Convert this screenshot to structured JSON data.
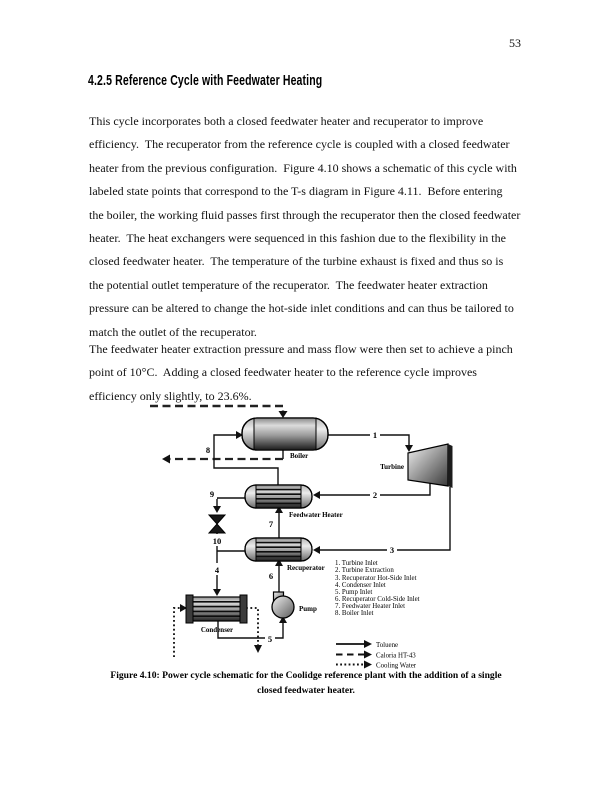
{
  "page": {
    "number": "53"
  },
  "section": {
    "heading": "4.2.5 Reference Cycle with Feedwater Heating"
  },
  "paragraphs": {
    "p1": {
      "lines": [
        "This cycle incorporates both a closed feedwater heater and recuperator to improve",
        "efficiency.  The recuperator from the reference cycle is coupled with a closed feedwater",
        "heater from the previous configuration.  Figure 4.10 shows a schematic of this cycle with",
        "labeled state points that correspond to the T-s diagram in Figure 4.11.  Before entering",
        "the boiler, the working fluid passes first through the recuperator then the closed feedwater",
        "heater.  The heat exchangers were sequenced in this fashion due to the flexibility in the",
        "closed feedwater heater.  The temperature of the turbine exhaust is fixed and thus so is",
        "the potential outlet temperature of the recuperator.  The feedwater heater extraction",
        "pressure can be altered to change the hot-side inlet conditions and can thus be tailored to",
        "match the outlet of the recuperator."
      ]
    },
    "p2": {
      "lines": [
        "The feedwater heater extraction pressure and mass flow were then set to achieve a pinch",
        "point of 10°C.  Adding a closed feedwater heater to the reference cycle improves",
        "efficiency only slightly, to 23.6%."
      ]
    }
  },
  "figure": {
    "components": {
      "boiler": "Boiler",
      "turbine": "Turbine",
      "feedwater_heater": "Feedwater Heater",
      "recuperator": "Recuperator",
      "condenser": "Condenser",
      "pump": "Pump"
    },
    "nodes": {
      "n1": "1",
      "n2": "2",
      "n3": "3",
      "n4": "4",
      "n5": "5",
      "n6": "6",
      "n7": "7",
      "n8": "8",
      "n9": "9",
      "n10": "10"
    },
    "state_points": [
      "1. Turbine Inlet",
      "2. Turbine Extraction",
      "3. Recuperator Hot-Side Inlet",
      "4. Condenser Inlet",
      "5. Pump Inlet",
      "6. Recuperator Cold-Side Inlet",
      "7. Feedwater Heater Inlet",
      "8. Boiler Inlet"
    ],
    "flow_legend": {
      "toluene": "Toluene",
      "caloria": "Caloria HT-43",
      "cooling_water": "Cooling Water"
    },
    "caption": {
      "line1": "Figure 4.10: Power cycle schematic for the Coolidge reference plant with the addition of a single",
      "line2": "closed feedwater heater."
    },
    "ink_color": "#111111"
  }
}
